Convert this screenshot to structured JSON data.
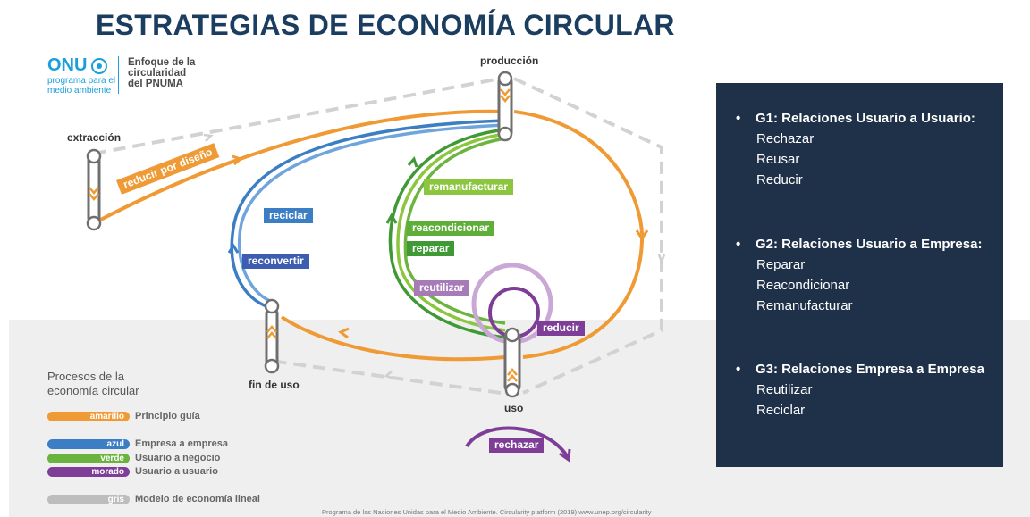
{
  "title": "ESTRATEGIAS DE ECONOMÍA CIRCULAR",
  "logo": {
    "name": "ONU",
    "sub": "programa para el\nmedio ambiente",
    "approach": "Enfoque de la\ncircularidad\ndel PNUMA"
  },
  "nodes": {
    "production": "producción",
    "extraction": "extracción",
    "end_of_use": "fin de uso",
    "use": "uso"
  },
  "strategies": {
    "reduce_by_design": "reducir por diseño",
    "recycle": "reciclar",
    "reconvert": "reconvertir",
    "remanufacture": "remanufacturar",
    "refurbish": "reacondicionar",
    "repair": "reparar",
    "reuse": "reutilizar",
    "reduce": "reducir",
    "reject": "rechazar"
  },
  "legend": {
    "title": "Procesos de la\neconomía circular",
    "items": [
      {
        "color_name": "amarillo",
        "label": "Principio guía",
        "color": "#ef9a34"
      },
      {
        "color_name": "azul",
        "label": "Empresa a empresa",
        "color": "#3b7ec3"
      },
      {
        "color_name": "verde",
        "label": "Usuario a negocio",
        "color": "#69b33e"
      },
      {
        "color_name": "morado",
        "label": "Usuario a usuario",
        "color": "#7e3e98"
      },
      {
        "color_name": "gris",
        "label": "Modelo de economía lineal",
        "color": "#bdbdbd"
      }
    ]
  },
  "source": "Programa de las Naciones Unidas para el Medio Ambiente. Circularity platform (2019)  www.unep.org/circularity",
  "panel": {
    "bullet": "•",
    "groups": [
      {
        "heading": "G1: Relaciones Usuario a Usuario:",
        "items": [
          "Rechazar",
          "Reusar",
          "Reducir"
        ]
      },
      {
        "heading": "G2: Relaciones Usuario a Empresa:",
        "items": [
          "Reparar",
          "Reacondicionar",
          "Remanufacturar"
        ]
      },
      {
        "heading": "G3: Relaciones Empresa a Empresa",
        "items": [
          "Reutilizar",
          "Reciclar"
        ]
      }
    ]
  },
  "colors": {
    "title": "#1b3d5f",
    "orange": "#ef9a34",
    "blue": "#3b7ec3",
    "green": "#69b33e",
    "purple": "#7e3e98",
    "gray": "#cfcfcf",
    "panel": "#1f3049"
  }
}
